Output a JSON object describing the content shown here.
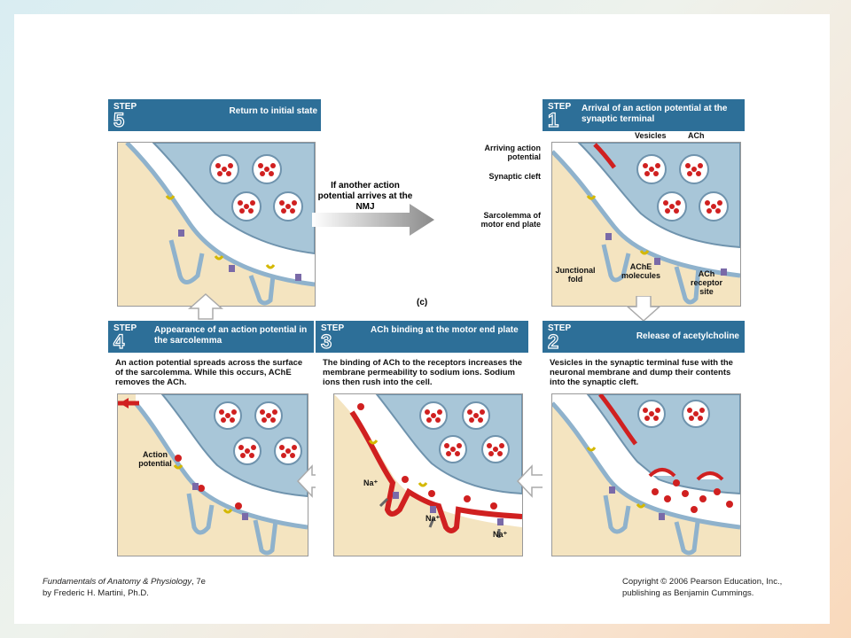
{
  "figure_label": "(c)",
  "step_word": "STEP",
  "steps": {
    "s1": {
      "number": "1",
      "title": "Arrival of an action potential at the synaptic terminal"
    },
    "s2": {
      "number": "2",
      "title": "Release of acetylcholine",
      "description": "Vesicles in the synaptic terminal fuse with the neuronal membrane and dump their contents into the synaptic cleft."
    },
    "s3": {
      "number": "3",
      "title": "ACh binding at the motor end plate",
      "description": "The binding of ACh to the receptors increases the membrane permeability to sodium ions. Sodium ions then rush into the cell."
    },
    "s4": {
      "number": "4",
      "title": "Appearance of an action potential in the sarcolemma",
      "description": "An action potential spreads across the surface of the sarcolemma. While this occurs, AChE removes the ACh."
    },
    "s5": {
      "number": "5",
      "title": "Return to initial state"
    }
  },
  "loop_label": "If another action potential arrives at the NMJ",
  "labels": {
    "arriving": "Arriving action potential",
    "vesicles": "Vesicles",
    "ach": "ACh",
    "cleft": "Synaptic cleft",
    "sarcolemma": "Sarcolemma of motor end plate",
    "junctional": "Junctional fold",
    "ache": "AChE molecules",
    "receptor": "ACh receptor site",
    "action_potential": "Action potential",
    "na": "Na⁺"
  },
  "footer": {
    "book": "Fundamentals of Anatomy & Physiology",
    "edition": ", 7e",
    "author": "by Frederic H. Martini, Ph.D.",
    "copyright": "Copyright © 2006 Pearson Education, Inc.,",
    "publisher": "publishing as Benjamin Cummings."
  },
  "colors": {
    "header": "#2d6f98",
    "terminal": "#a8c6d8",
    "muscle": "#f4e4c0",
    "vesicle_dot": "#d02020",
    "membrane": "#8fb2cc"
  }
}
